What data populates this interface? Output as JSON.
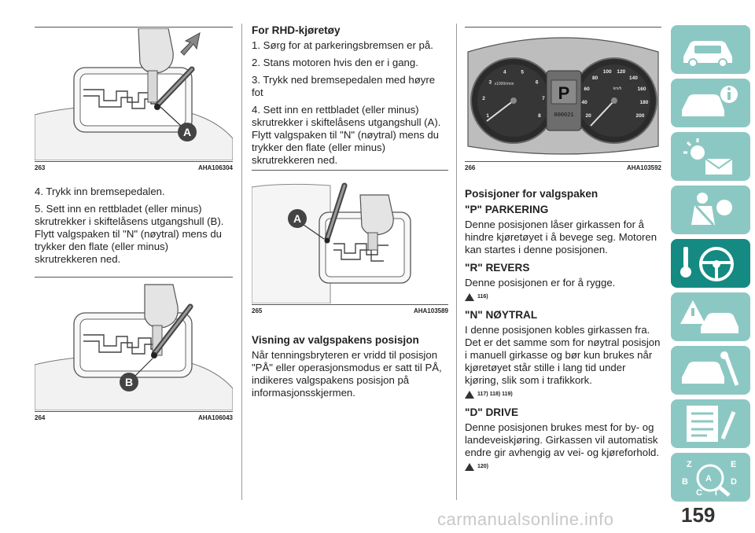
{
  "col1": {
    "fig263": {
      "num": "263",
      "code": "AHA106304",
      "callout": "A"
    },
    "steps": [
      "4. Trykk inn bremsepedalen.",
      "5. Sett inn en rettbladet (eller minus) skrutrekker i skiftelåsens utgangshull (B). Flytt valgspaken til \"N\" (nøytral) mens du trykker den flate (eller minus) skrutrekkeren ned."
    ],
    "fig264": {
      "num": "264",
      "code": "AHA106043",
      "callout": "B"
    }
  },
  "col2": {
    "heading": "For RHD-kjøretøy",
    "steps": [
      "1. Sørg for at parkeringsbremsen er på.",
      "2. Stans motoren hvis den er i gang.",
      "3. Trykk ned bremsepedalen med høyre fot",
      "4. Sett inn en rettbladet (eller minus) skrutrekker i skiftelåsens utgangshull (A). Flytt valgspaken til \"N\" (nøytral) mens du trykker den flate (eller minus) skrutrekkeren ned."
    ],
    "fig265": {
      "num": "265",
      "code": "AHA103589",
      "callout": "A"
    },
    "section_title": "Visning av valgspakens posisjon",
    "section_text": "Når tenningsbryteren er vridd til posisjon \"PÅ\" eller operasjonsmodus er satt til PÅ, indikeres valgspakens posisjon på informasjonsskjermen."
  },
  "col3": {
    "fig266": {
      "num": "266",
      "code": "AHA103592",
      "display_letter": "P",
      "odometer": "000021"
    },
    "title": "Posisjoner for valgspaken",
    "p_heading": "\"P\" PARKERING",
    "p_text": "Denne posisjonen låser girkassen for å hindre kjøretøyet i å bevege seg. Motoren kan startes i denne posisjonen.",
    "r_heading": "\"R\" REVERS",
    "r_text": "Denne posisjonen er for å rygge.",
    "r_ref": "116)",
    "n_heading": "\"N\" NØYTRAL",
    "n_text": "I denne posisjonen kobles girkassen fra. Det er det samme som for nøytral posisjon i manuell girkasse og bør kun brukes når kjøretøyet står stille i lang tid under kjøring, slik som i trafikkork.",
    "n_ref": "117) 118) 119)",
    "d_heading": "\"D\" DRIVE",
    "d_text": "Denne posisjonen brukes mest for by- og landeveiskjøring. Girkassen vil automatisk endre gir avhengig av vei- og kjøreforhold.",
    "d_ref": "120)"
  },
  "gauges": {
    "tach_unit": "x1000r/min",
    "tach_ticks": [
      "1",
      "2",
      "3",
      "4",
      "5",
      "6",
      "7",
      "8"
    ],
    "speed_unit": "km/h",
    "speed_ticks": [
      "20",
      "40",
      "60",
      "80",
      "100",
      "120",
      "140",
      "160",
      "180",
      "200"
    ]
  },
  "sidebar": {
    "tabs": [
      {
        "icon": "car-dashboard-icon",
        "active": false
      },
      {
        "icon": "car-info-icon",
        "active": false
      },
      {
        "icon": "warning-lights-icon",
        "active": false
      },
      {
        "icon": "seatbelt-airbag-icon",
        "active": false
      },
      {
        "icon": "steering-wheel-key-icon",
        "active": true
      },
      {
        "icon": "warning-triangle-car-icon",
        "active": false
      },
      {
        "icon": "car-service-tools-icon",
        "active": false
      },
      {
        "icon": "specifications-list-icon",
        "active": false
      },
      {
        "icon": "alphabetical-index-icon",
        "active": false
      }
    ]
  },
  "page_number": "159",
  "watermark": "carmanualsonline.info",
  "colors": {
    "tab_active": "#148a82",
    "tab_inactive": "#8cc8c3"
  }
}
